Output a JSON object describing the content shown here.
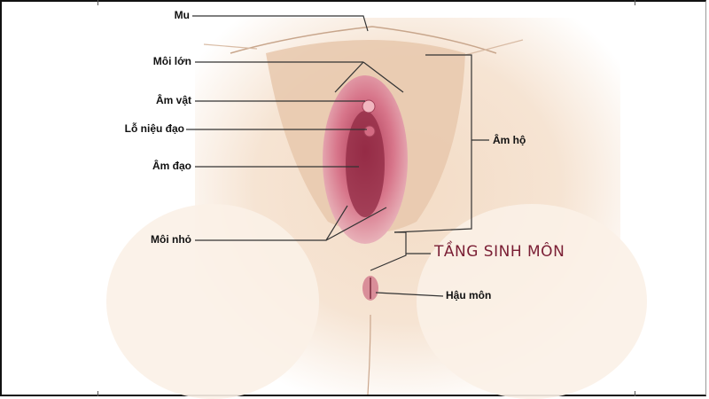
{
  "diagram": {
    "title": "TẦNG SINH MÔN",
    "colors": {
      "title": "#7a1e34",
      "skin_light": "#fbeee2",
      "skin_mid": "#efd3bb",
      "tissue": "#c9566e",
      "leader_line": "#333333"
    },
    "left_labels": [
      {
        "id": "mu",
        "text": "Mu"
      },
      {
        "id": "moi-lon",
        "text": "Môi lớn"
      },
      {
        "id": "am-vat",
        "text": "Âm vật"
      },
      {
        "id": "lo-nieu-dao",
        "text": "Lỗ niệu đạo"
      },
      {
        "id": "am-dao",
        "text": "Âm đạo"
      },
      {
        "id": "moi-nho",
        "text": "Môi nhỏ"
      }
    ],
    "right_labels": [
      {
        "id": "am-ho",
        "text": "Âm hộ"
      },
      {
        "id": "hau-mon",
        "text": "Hậu môn"
      }
    ]
  }
}
